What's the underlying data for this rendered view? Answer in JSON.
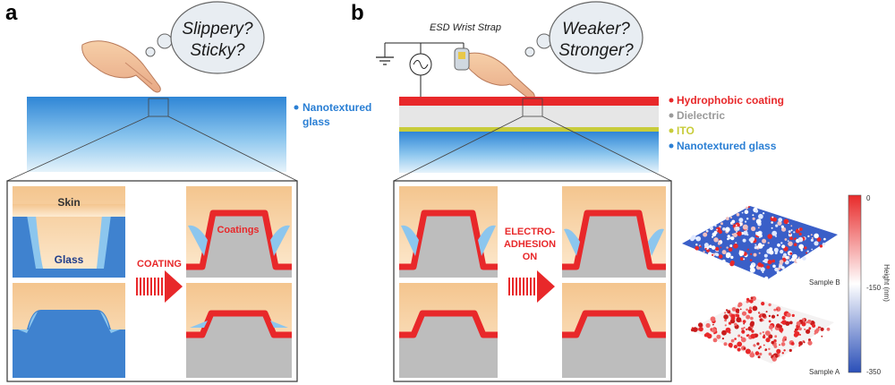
{
  "panel_a": {
    "letter": "a",
    "thought_line1": "Slippery?",
    "thought_line2": "Sticky?",
    "glass_label_line1": "Nanotextured",
    "glass_label_line2": "glass",
    "skin_label": "Skin",
    "glass_label": "Glass",
    "arrow_label": "COATING",
    "coatings_label": "Coatings"
  },
  "panel_b": {
    "letter": "b",
    "strap_label": "ESD Wrist Strap",
    "thought_line1": "Weaker?",
    "thought_line2": "Stronger?",
    "layers": [
      {
        "label": "Hydrophobic coating",
        "color": "#e8282a"
      },
      {
        "label": "Dielectric",
        "color": "#9a9a9a"
      },
      {
        "label": "ITO",
        "color": "#c8cc3a"
      },
      {
        "label": "Nanotextured glass",
        "color": "#2a7fd4"
      }
    ],
    "arrow_line1": "ELECTRO-",
    "arrow_line2": "ADHESION",
    "arrow_line3": "ON",
    "sample_b": "Sample B",
    "sample_a": "Sample A",
    "scale_title": "Height (nm)",
    "scale_top": "0",
    "scale_mid": "-150",
    "scale_bottom": "-350"
  }
}
